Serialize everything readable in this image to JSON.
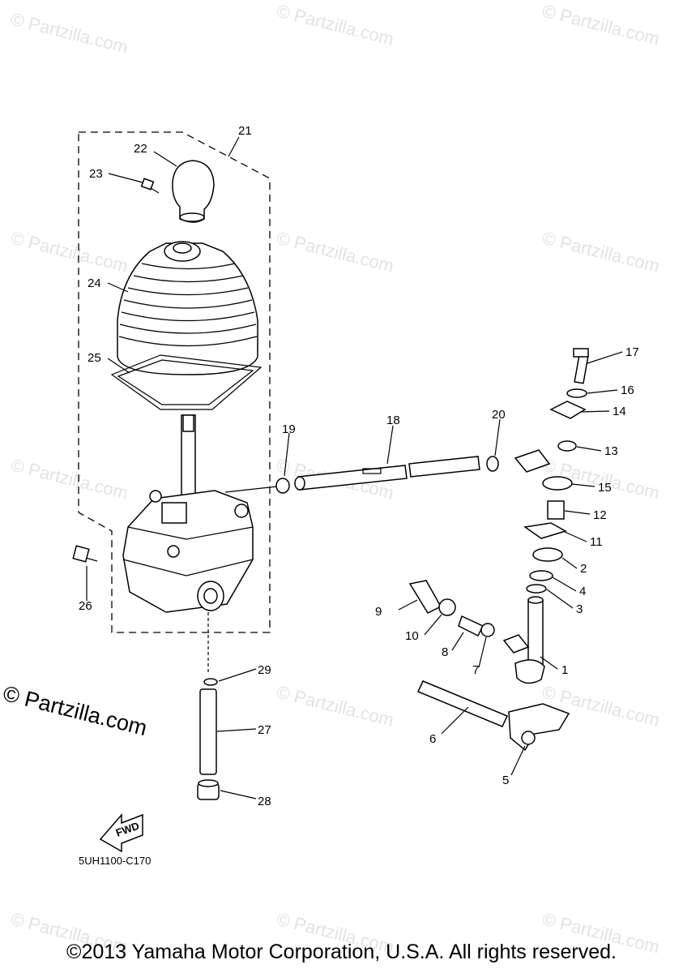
{
  "watermark": "© Partzilla.com",
  "brand_watermark": "© Partzilla.com",
  "diagram_code": "5UH1100-C170",
  "fwd_label": "FWD",
  "copyright": "©2013 Yamaha Motor Corporation, U.S.A. All rights reserved.",
  "callouts": {
    "c1": "1",
    "c2": "2",
    "c3": "3",
    "c4": "4",
    "c5": "5",
    "c6": "6",
    "c7": "7",
    "c8": "8",
    "c9": "9",
    "c10": "10",
    "c11": "11",
    "c12": "12",
    "c13": "13",
    "c14": "14",
    "c15": "15",
    "c16": "16",
    "c17": "17",
    "c18": "18",
    "c19": "19",
    "c20": "20",
    "c21": "21",
    "c22": "22",
    "c23": "23",
    "c24": "24",
    "c25": "25",
    "c26": "26",
    "c27": "27",
    "c28": "28",
    "c29": "29"
  }
}
